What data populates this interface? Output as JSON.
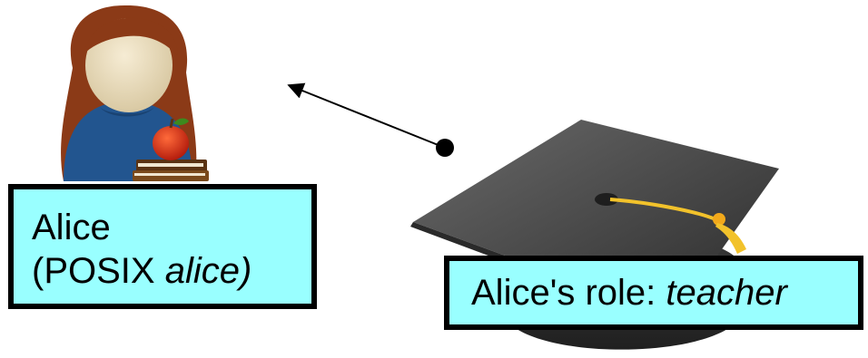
{
  "colors": {
    "box_fill": "#99ffff",
    "box_border": "#000000",
    "arrow": "#000000",
    "hair": "#8b3a17",
    "skin": "#efe2c3",
    "shirt": "#22558f",
    "apple": "#d42a10",
    "cap": "#4a4a4a",
    "tassel": "#f2c22b"
  },
  "icons": {
    "person": "teacher-avatar-icon",
    "cap": "graduation-cap-icon",
    "arrow": "arrow-icon"
  },
  "alice_box": {
    "line1": "Alice",
    "line2_prefix": "(POSIX ",
    "line2_italic": "alice)"
  },
  "role_box": {
    "prefix": "Alice's role: ",
    "italic": "teacher"
  }
}
